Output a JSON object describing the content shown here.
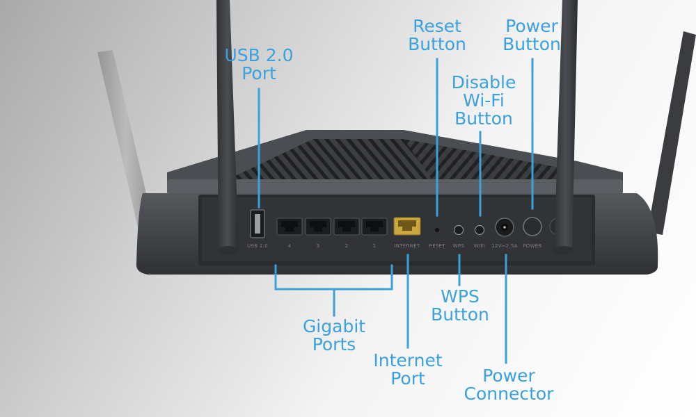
{
  "callouts": {
    "usb": {
      "line1": "USB 2.0",
      "line2": "Port"
    },
    "reset": {
      "line1": "Reset",
      "line2": "Button"
    },
    "power_button": {
      "line1": "Power",
      "line2": "Button"
    },
    "wifi": {
      "line1": "Disable",
      "line2": "Wi-Fi",
      "line3": "Button"
    },
    "wps": {
      "line1": "WPS",
      "line2": "Button"
    },
    "gigabit": {
      "line1": "Gigabit",
      "line2": "Ports"
    },
    "internet": {
      "line1": "Internet",
      "line2": "Port"
    },
    "power_connector": {
      "line1": "Power",
      "line2": "Connector"
    }
  },
  "panel_labels": {
    "usb": "USB 2.0",
    "lan4": "4",
    "lan3": "3",
    "lan2": "2",
    "lan1": "1",
    "internet": "INTERNET",
    "reset": "RESET",
    "wps": "WPS",
    "wifi": "WIFI",
    "power_in": "12V⎓2.5A",
    "power": "POWER"
  },
  "colors": {
    "callout_text": "#3aa1dd",
    "leader_line": "#3aa1dd",
    "router_body": "#3b3d40",
    "internet_port": "#c9a640"
  }
}
